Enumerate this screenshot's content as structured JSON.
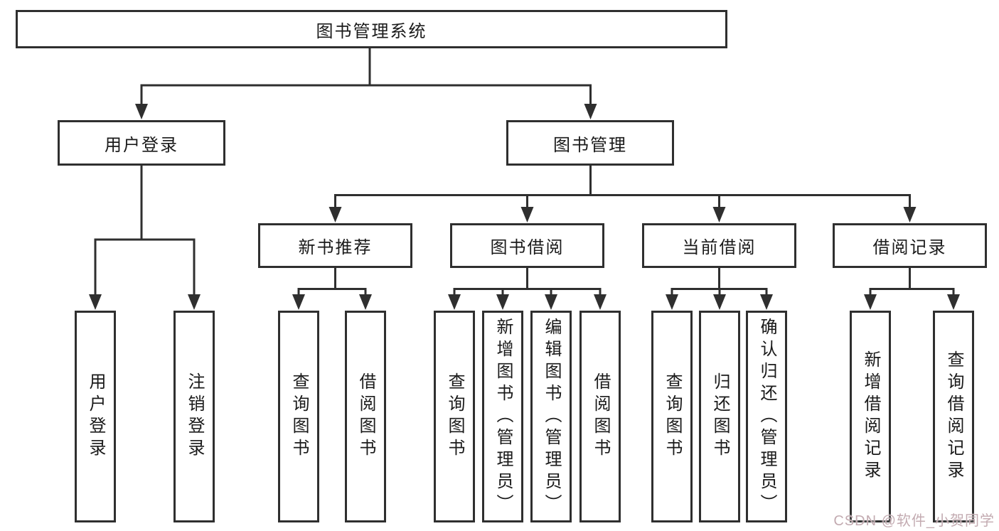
{
  "diagram": {
    "root": {
      "label": "图书管理系统"
    },
    "level2": [
      {
        "id": "user-login",
        "label": "用户登录"
      },
      {
        "id": "book-management",
        "label": "图书管理"
      }
    ],
    "level3": [
      {
        "id": "new-book-recommend",
        "label": "新书推荐"
      },
      {
        "id": "book-borrow",
        "label": "图书借阅"
      },
      {
        "id": "current-borrow",
        "label": "当前借阅"
      },
      {
        "id": "borrow-records",
        "label": "借阅记录"
      }
    ],
    "leaves": {
      "user_login": [
        "用户登录",
        "注销登录"
      ],
      "new_book_recommend": [
        "查询图书",
        "借阅图书"
      ],
      "book_borrow": [
        "查询图书",
        "新增图书（管理员）",
        "编辑图书（管理员）",
        "借阅图书"
      ],
      "current_borrow": [
        "查询图书",
        "归还图书",
        "确认归还（管理员）"
      ],
      "borrow_records": [
        "新增借阅记录",
        "查询借阅记录"
      ]
    }
  },
  "watermark": {
    "text": "CSDN @软件_小贺同学"
  },
  "colors": {
    "line": "#2f2f2f",
    "text": "#1a1a1a",
    "box_background": "#ffffff",
    "watermark": "#c3abb1",
    "background": "#ffffff"
  }
}
